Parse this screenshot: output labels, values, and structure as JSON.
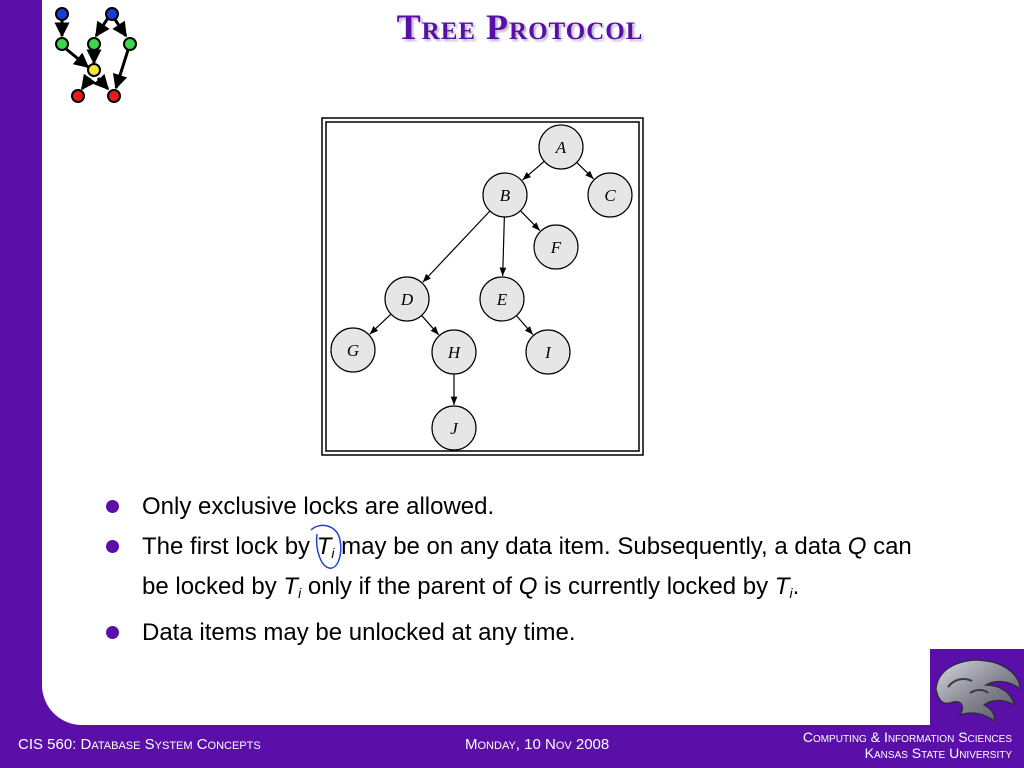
{
  "title": "Tree Protocol",
  "tree": {
    "nodes": [
      "A",
      "B",
      "C",
      "D",
      "E",
      "F",
      "G",
      "H",
      "I",
      "J"
    ],
    "edges": [
      [
        "A",
        "B"
      ],
      [
        "A",
        "C"
      ],
      [
        "B",
        "D"
      ],
      [
        "B",
        "E"
      ],
      [
        "B",
        "F"
      ],
      [
        "D",
        "G"
      ],
      [
        "D",
        "H"
      ],
      [
        "E",
        "I"
      ],
      [
        "H",
        "J"
      ]
    ]
  },
  "bullets": {
    "b1": "Only exclusive locks are allowed.",
    "b2": {
      "p1": "The first lock by ",
      "T": "T",
      "i": "i",
      "p2": " may be on any data item. Subsequently, a data ",
      "Q": "Q",
      "p3": " can be locked by ",
      "p4": " only if the parent of ",
      "p5": " is currently locked by ",
      "p6": "."
    },
    "b3": "Data items may be unlocked at any time."
  },
  "footer": {
    "course": "CIS 560: Database System Concepts",
    "date": "Monday, 10 Nov 2008",
    "dept": "Computing & Information Sciences",
    "university": "Kansas State University"
  },
  "colors": {
    "accent": "#5a0fa8",
    "node_fill": "#e6e6e6",
    "ink_annotation": "#2244cc"
  }
}
